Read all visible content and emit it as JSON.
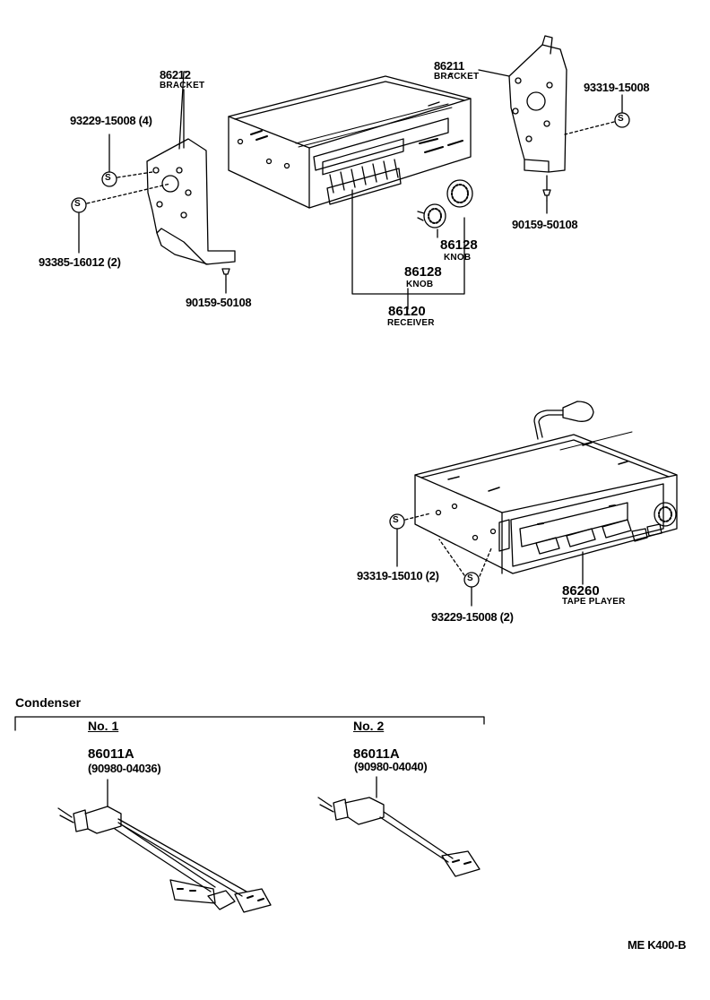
{
  "labels": {
    "bracket_left_pn": "86212",
    "bracket_left_name": "BRACKET",
    "screw_left_top": "93229-15008  (4)",
    "screw_left_bottom": "93385-16012 (2)",
    "bolt_left": "90159-50108",
    "bracket_right_pn": "86211",
    "bracket_right_name": "BRACKET",
    "screw_right": "93319-15008",
    "bolt_right": "90159-50108",
    "knob_1_pn": "86128",
    "knob_1_name": "KNOB",
    "knob_2_pn": "86128",
    "knob_2_name": "KNOB",
    "receiver_pn": "86120",
    "receiver_name": "RECEIVER",
    "tape_screw_1": "93319-15010   (2)",
    "tape_screw_2": "93229-15008   (2)",
    "tape_player_pn": "86260",
    "tape_player_name": "TAPE PLAYER"
  },
  "condenser": {
    "section_title": "Condenser",
    "no1": {
      "title": "No. 1",
      "pn": "86011A",
      "sub_pn": "(90980-04036)"
    },
    "no2": {
      "title": "No. 2",
      "pn": "86011A",
      "sub_pn": "(90980-04040)"
    }
  },
  "footer": {
    "code": "ME  K400-B"
  },
  "symbols": {
    "screw_mark": "S"
  }
}
